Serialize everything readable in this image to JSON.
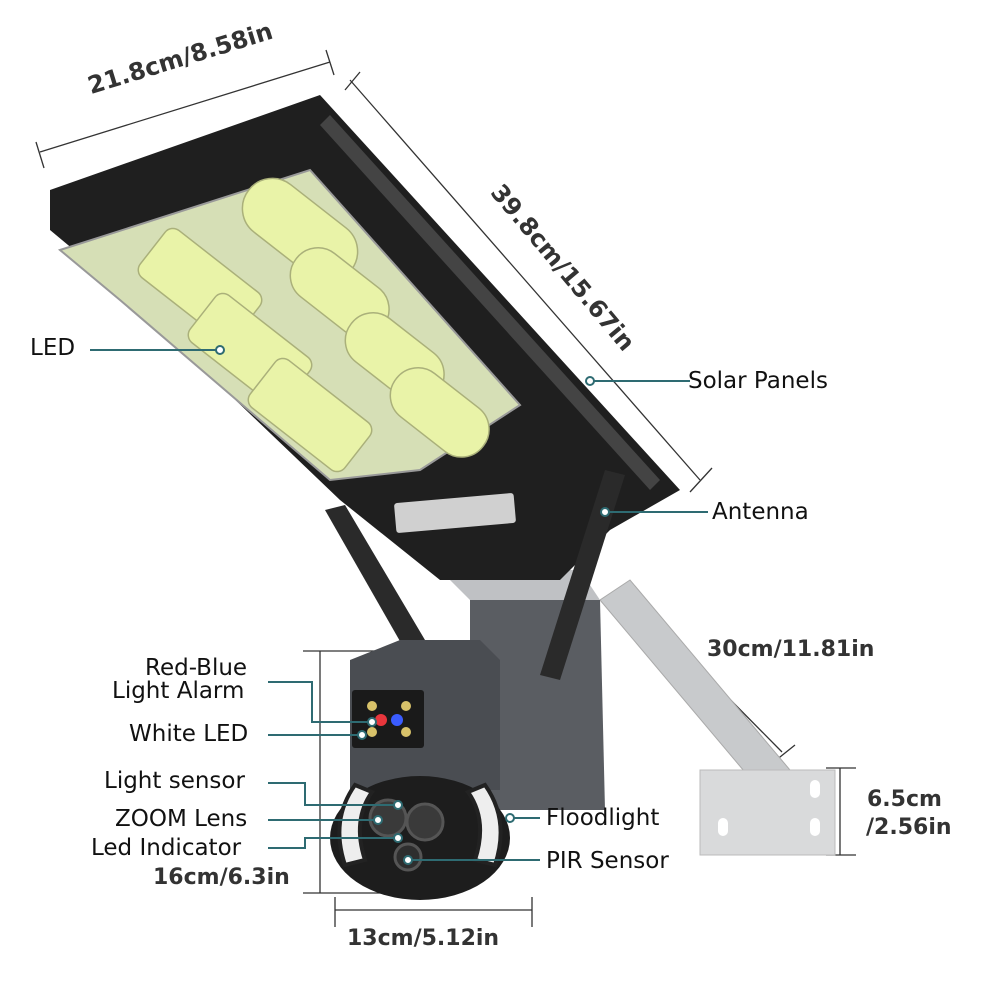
{
  "product": "Solar street light with security camera",
  "dimensions": {
    "panel_width": "21.8cm/8.58in",
    "panel_length": "39.8cm/15.67in",
    "arm_length": "30cm/11.81in",
    "bracket_height_line1": "6.5cm",
    "bracket_height_line2": "/2.56in",
    "camera_height": "16cm/6.3in",
    "camera_width": "13cm/5.12in"
  },
  "callouts": {
    "led": "LED",
    "solar_panels": "Solar Panels",
    "antenna": "Antenna",
    "red_blue_line1": "Red-Blue",
    "red_blue_line2": "Light Alarm",
    "white_led": "White LED",
    "light_sensor": "Light sensor",
    "zoom_lens": "ZOOM Lens",
    "led_indicator": "Led Indicator",
    "floodlight": "Floodlight",
    "pir_sensor": "PIR Sensor"
  },
  "colors": {
    "callout_line": "#2e6b72",
    "dimension_text": "#333333",
    "housing": "#1f1f1f",
    "led_panel": "#dfe9b8",
    "camera_body": "#4a4d52",
    "arm": "#c8cacc"
  }
}
